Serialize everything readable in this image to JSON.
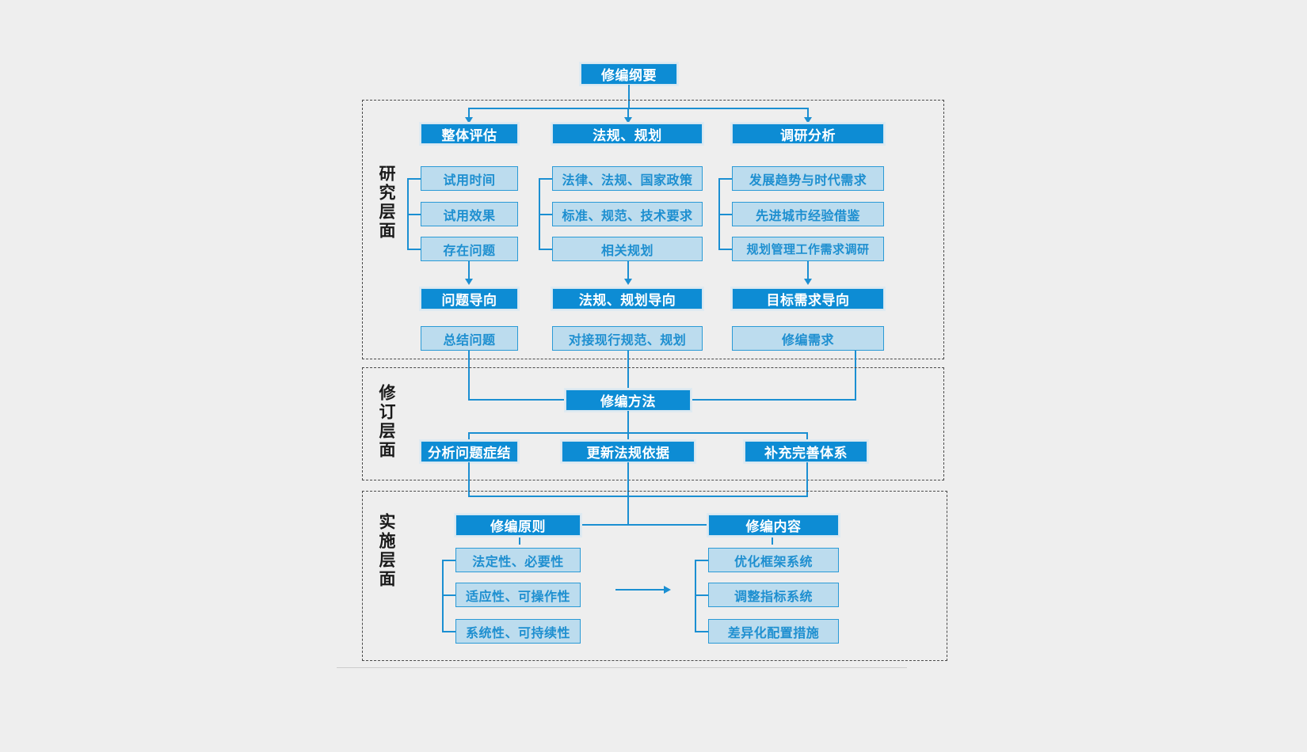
{
  "diagram": {
    "title_node": "修编纲要",
    "layers": [
      {
        "caption": "研究层面"
      },
      {
        "caption": "修订层面"
      },
      {
        "caption": "实施层面"
      }
    ],
    "research_layer": {
      "columns": [
        {
          "header": "整体评估",
          "items": [
            "试用时间",
            "试用效果",
            "存在问题"
          ],
          "orientation": "问题导向",
          "outcome": "总结问题"
        },
        {
          "header": "法规、规划",
          "items": [
            "法律、法规、国家政策",
            "标准、规范、技术要求",
            "相关规划"
          ],
          "orientation": "法规、规划导向",
          "outcome": "对接现行规范、规划"
        },
        {
          "header": "调研分析",
          "items": [
            "发展趋势与时代需求",
            "先进城市经验借鉴",
            "规划管理工作需求调研"
          ],
          "orientation": "目标需求导向",
          "outcome": "修编需求"
        }
      ]
    },
    "revision_layer": {
      "header": "修编方法",
      "items": [
        "分析问题症结",
        "更新法规依据",
        "补充完善体系"
      ]
    },
    "implementation_layer": {
      "groups": [
        {
          "header": "修编原则",
          "items": [
            "法定性、必要性",
            "适应性、可操作性",
            "系统性、可持续性"
          ]
        },
        {
          "header": "修编内容",
          "items": [
            "优化框架系统",
            "调整指标系统",
            "差异化配置措施"
          ]
        }
      ],
      "link_icon": "arrow-right-icon"
    },
    "colors": {
      "background": "#eeeeee",
      "dark_fill": "#0d8cd4",
      "light_fill": "#bcdcee",
      "line": "#1b8fd2",
      "light_text": "#1e8fd0",
      "dark_text": "#ffffff",
      "container_border": "#4a4a4a"
    }
  }
}
